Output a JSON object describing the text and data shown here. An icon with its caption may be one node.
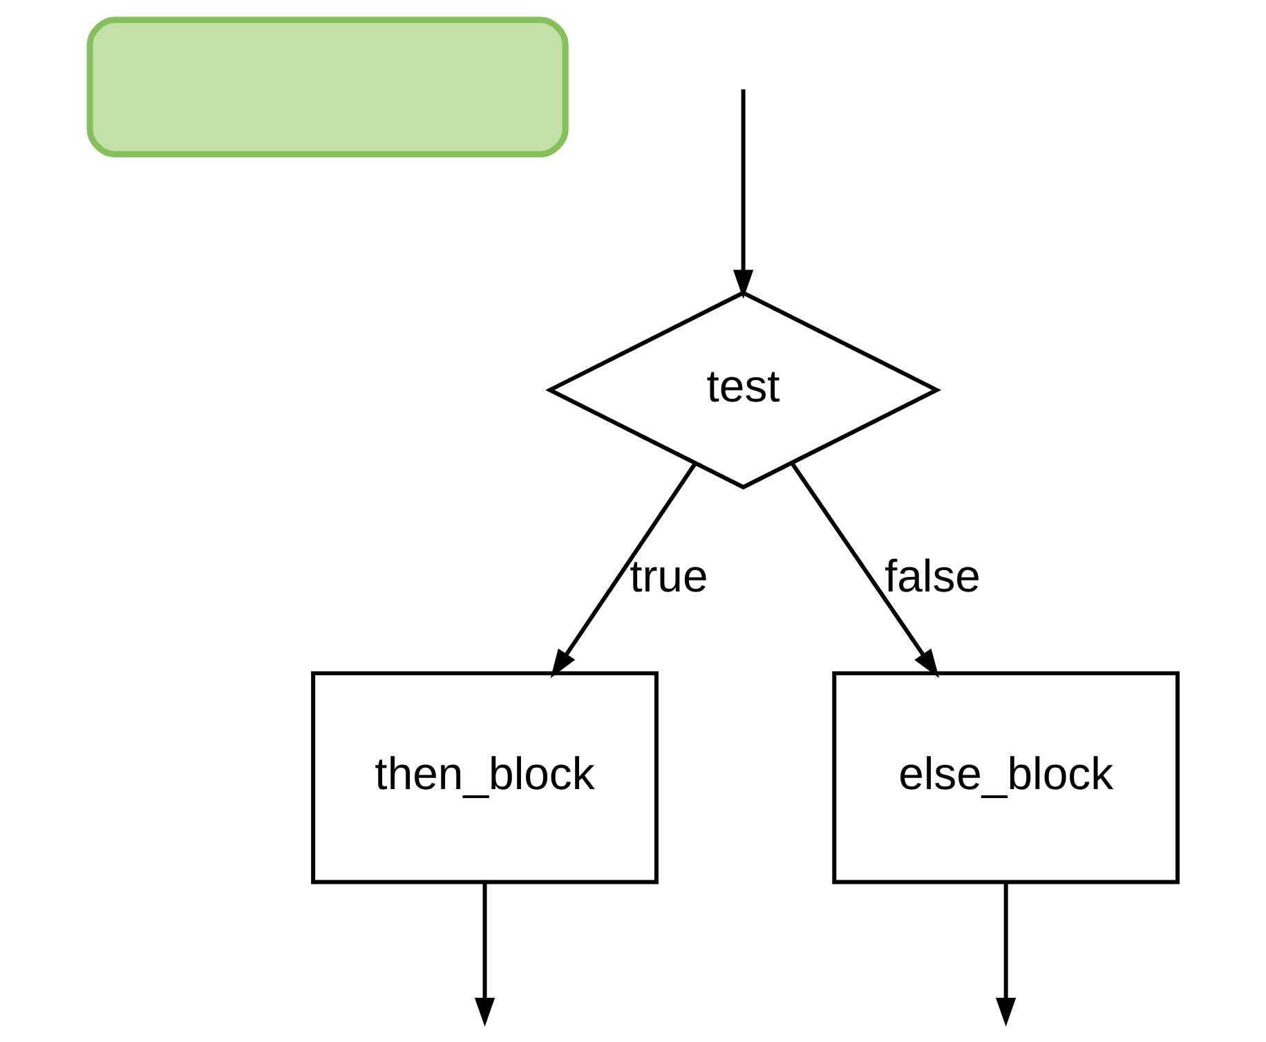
{
  "diagram": {
    "nodes": [
      {
        "text": [],
        "shape": "box"
      },
      {
        "text": [
          "test"
        ]
      },
      {
        "text": [
          "then_block"
        ]
      },
      {
        "text": [
          "else_block"
        ]
      }
    ],
    "edges": [
      {
        "from": null,
        "to": 1,
        "arrow": "to"
      },
      {
        "from": 1,
        "to": 2,
        "label": "true",
        "arrow": "to"
      },
      {
        "from": 1,
        "to": 3,
        "label": "false",
        "arrow": "to"
      },
      {
        "from": 2,
        "to": null,
        "arrow": "to"
      },
      {
        "from": 3,
        "to": null,
        "arrow": "to"
      }
    ]
  }
}
